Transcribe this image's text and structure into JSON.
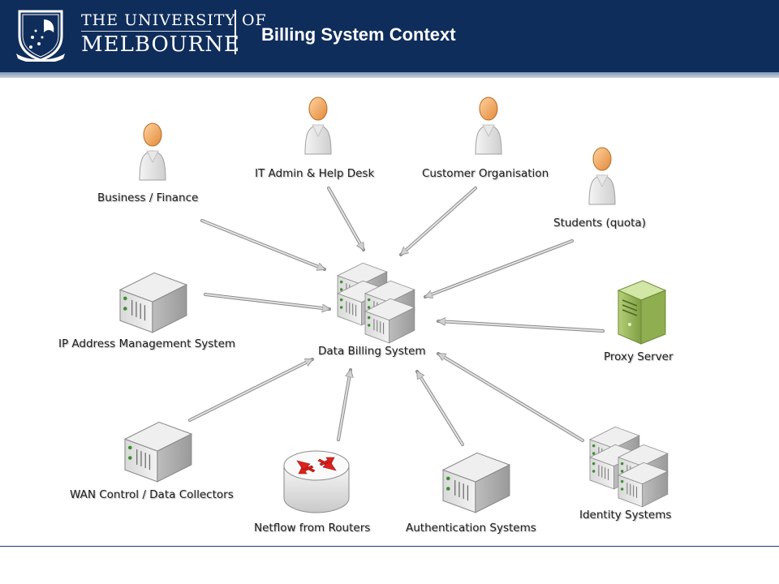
{
  "header": {
    "university_line1": "THE UNIVERSITY OF",
    "university_line2": "MELBOURNE",
    "title": "Billing System Context",
    "colors": {
      "header_bg": "#0f2d5b",
      "stripe": "#a9b9cc"
    }
  },
  "diagram": {
    "center": {
      "label": "Data Billing System",
      "icon": "server-cluster-icon"
    },
    "nodes": [
      {
        "id": "business-finance",
        "label": "Business / Finance",
        "icon": "person-icon"
      },
      {
        "id": "it-admin",
        "label": "IT Admin & Help Desk",
        "icon": "person-icon"
      },
      {
        "id": "customer-org",
        "label": "Customer Organisation",
        "icon": "person-icon"
      },
      {
        "id": "students",
        "label": "Students (quota)",
        "icon": "person-icon"
      },
      {
        "id": "ip-address-mgmt",
        "label": "IP Address Management System",
        "icon": "server-icon"
      },
      {
        "id": "proxy-server",
        "label": "Proxy Server",
        "icon": "tower-server-icon"
      },
      {
        "id": "wan-control",
        "label": "WAN Control / Data Collectors",
        "icon": "server-icon"
      },
      {
        "id": "netflow",
        "label": "Netflow from Routers",
        "icon": "router-icon"
      },
      {
        "id": "authentication",
        "label": "Authentication Systems",
        "icon": "server-icon"
      },
      {
        "id": "identity",
        "label": "Identity Systems",
        "icon": "server-cluster-icon"
      }
    ],
    "edges": [
      {
        "from": "business-finance",
        "to": "center"
      },
      {
        "from": "it-admin",
        "to": "center"
      },
      {
        "from": "customer-org",
        "to": "center"
      },
      {
        "from": "students",
        "to": "center"
      },
      {
        "from": "ip-address-mgmt",
        "to": "center"
      },
      {
        "from": "proxy-server",
        "to": "center"
      },
      {
        "from": "wan-control",
        "to": "center"
      },
      {
        "from": "netflow",
        "to": "center"
      },
      {
        "from": "authentication",
        "to": "center"
      },
      {
        "from": "identity",
        "to": "center"
      }
    ]
  }
}
